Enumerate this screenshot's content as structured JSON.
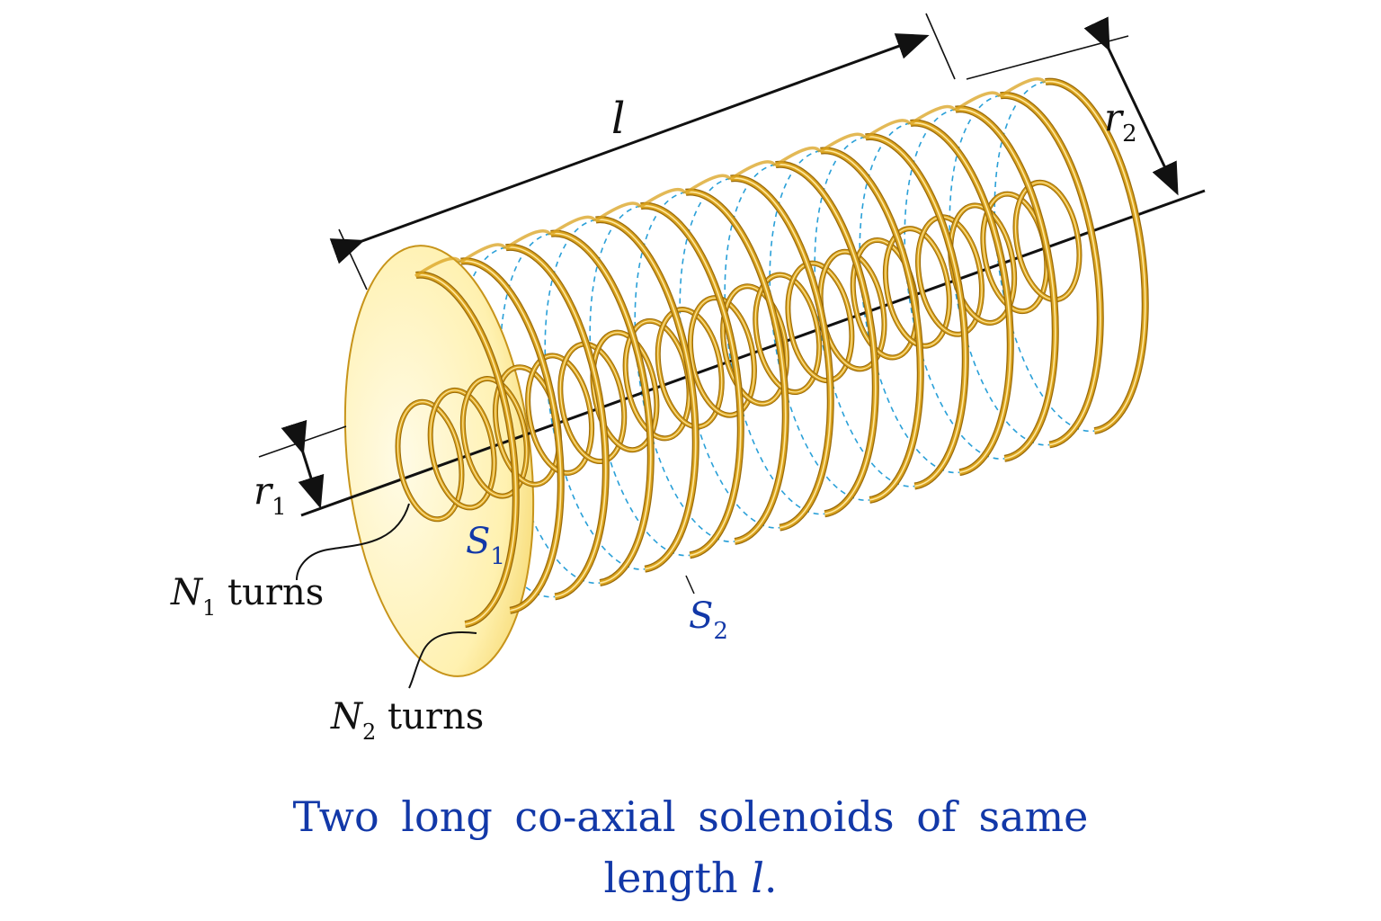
{
  "labels": {
    "length": "l",
    "r1": {
      "main": "r",
      "sub": "1"
    },
    "r2": {
      "main": "r",
      "sub": "2"
    },
    "s1": {
      "main": "S",
      "sub": "1"
    },
    "s2": {
      "main": "S",
      "sub": "2"
    },
    "n1": {
      "main": "N",
      "sub": "1",
      "suffix": " turns"
    },
    "n2": {
      "main": "N",
      "sub": "2",
      "suffix": " turns"
    }
  },
  "caption": {
    "line1": "Two long co-axial solenoids of same",
    "line2_text": "length ",
    "line2_var": "l",
    "line2_end": "."
  },
  "coils": {
    "outer_turns": 15,
    "inner_turns": 20
  },
  "colors": {
    "coil": "#d9a21e",
    "coil_highlight": "#ffe9a0",
    "coil_shadow": "#9a6a08",
    "dashed": "#2aa0d8",
    "axis": "#111111",
    "label_blue": "#1238a8",
    "end_face": "#fff2b8"
  }
}
